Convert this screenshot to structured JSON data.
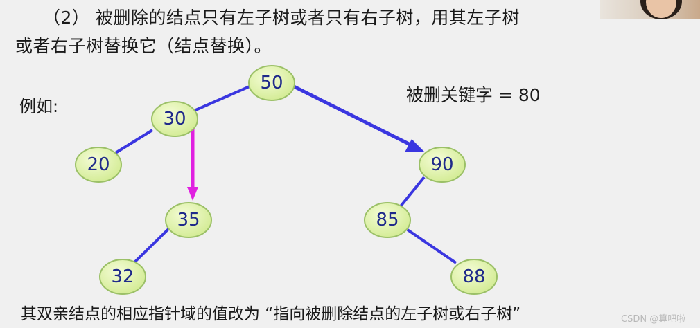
{
  "heading": {
    "line1": "（2） 被删除的结点只有左子树或者只有右子树，用其左子树",
    "line2": "或者右子树替换它（结点替换）。"
  },
  "example_label": "例如:",
  "deleted_key": "被删关键字 = 80",
  "caption": "其双亲结点的相应指针域的值改为 “指向被删除结点的左子树或右子树”",
  "watermark": "CSDN @算吧啦",
  "tree": {
    "nodes": [
      {
        "id": "n50",
        "label": "50"
      },
      {
        "id": "n30",
        "label": "30"
      },
      {
        "id": "n20",
        "label": "20"
      },
      {
        "id": "n35",
        "label": "35"
      },
      {
        "id": "n32",
        "label": "32"
      },
      {
        "id": "n90",
        "label": "90"
      },
      {
        "id": "n85",
        "label": "85"
      },
      {
        "id": "n88",
        "label": "88"
      }
    ],
    "colors": {
      "edge": "#3a36e0",
      "replace_arrow": "#e020e0",
      "node_fill": "#dcf2a4",
      "node_stroke": "#9bc067",
      "label": "#1f2a8a"
    }
  }
}
